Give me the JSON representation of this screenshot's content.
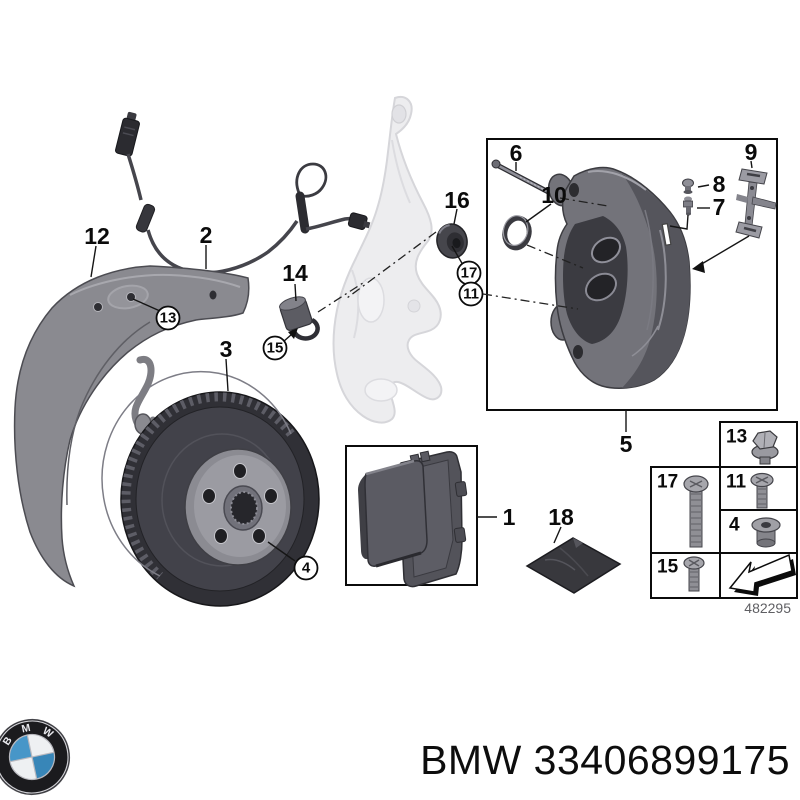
{
  "page": {
    "background": "#ffffff"
  },
  "diagram": {
    "number": "482295",
    "callouts": {
      "p1": "1",
      "p2": "2",
      "p3": "3",
      "p5": "5",
      "p6": "6",
      "p7": "7",
      "p8": "8",
      "p9": "9",
      "p10": "10",
      "p12": "12",
      "p14": "14",
      "p16": "16",
      "p18": "18",
      "c4": "4",
      "c11": "11",
      "c13": "13",
      "c15": "15",
      "c17": "17"
    },
    "table": {
      "t13": "13",
      "t17": "17",
      "t11": "11",
      "t4": "4",
      "t15": "15"
    }
  },
  "footer": {
    "logo_letters": {
      "b": "B",
      "m": "M",
      "w": "W"
    },
    "label": "BMW 33406899175"
  },
  "colors": {
    "line": "#151515",
    "part_dark": "#3a3a3f",
    "part_mid": "#73737a",
    "part_light": "#9b9ba3",
    "ghost": "#ededef",
    "logo_blue": "#4796c8",
    "note_gray": "#5f5f63"
  }
}
